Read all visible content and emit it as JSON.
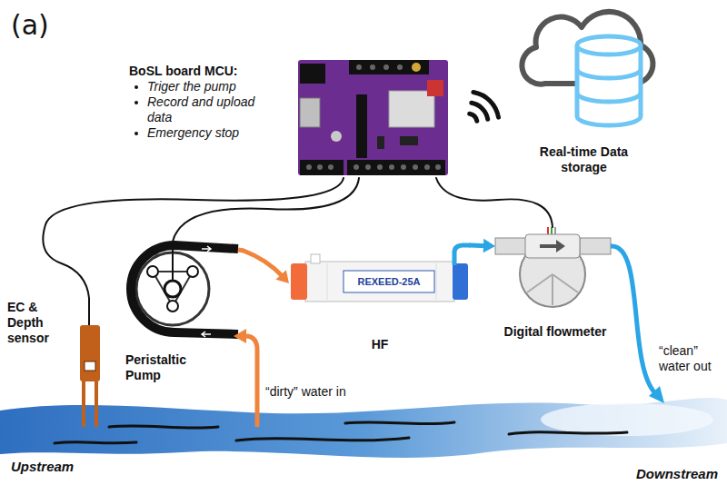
{
  "diagram": {
    "nodes": [
      {
        "text": [
          "BoSL board MCU:",
          "Triger the pump",
          "Record and upload data",
          "Emergency stop"
        ]
      },
      {
        "text": [
          "Real-time Data storage"
        ]
      },
      {
        "text": [
          "EC & Depth sensor"
        ]
      },
      {
        "text": [
          "Peristaltic Pump"
        ]
      },
      {
        "text": [
          "HF"
        ]
      },
      {
        "text": [
          "Digital flowmeter"
        ]
      }
    ],
    "edges": [
      {
        "from": 0,
        "to": 2,
        "arrow": "none"
      },
      {
        "from": 0,
        "to": 3,
        "arrow": "none"
      },
      {
        "from": 0,
        "to": 5,
        "arrow": "none"
      },
      {
        "from": 3,
        "to": 4,
        "arrow": "to"
      },
      {
        "from": 4,
        "to": 5,
        "arrow": "to"
      }
    ],
    "labels": [
      "(a)",
      "REXEED-25A",
      "“dirty” water in",
      "“clean” water out",
      "Upstream",
      "Downstream"
    ]
  }
}
